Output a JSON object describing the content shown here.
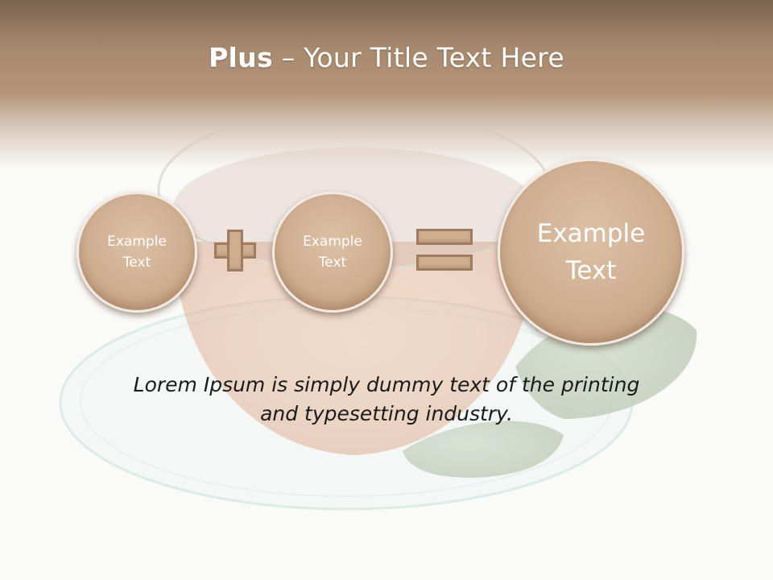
{
  "title": {
    "bold_part": "Plus",
    "rest": " – Your Title Text Here"
  },
  "circles": [
    {
      "label": "Example\nText"
    },
    {
      "label": "Example\nText"
    },
    {
      "label": "Example\nText"
    }
  ],
  "operators": {
    "first": "plus-icon",
    "second": "equals-icon"
  },
  "body_text": "Lorem Ipsum is simply dummy text of the printing\nand typesetting industry.",
  "colors": {
    "header_brown": "#a88a70",
    "circle_fill": "#cfae91",
    "operator_outline": "#9f7c5f",
    "text_dark": "#1a1a1a"
  }
}
